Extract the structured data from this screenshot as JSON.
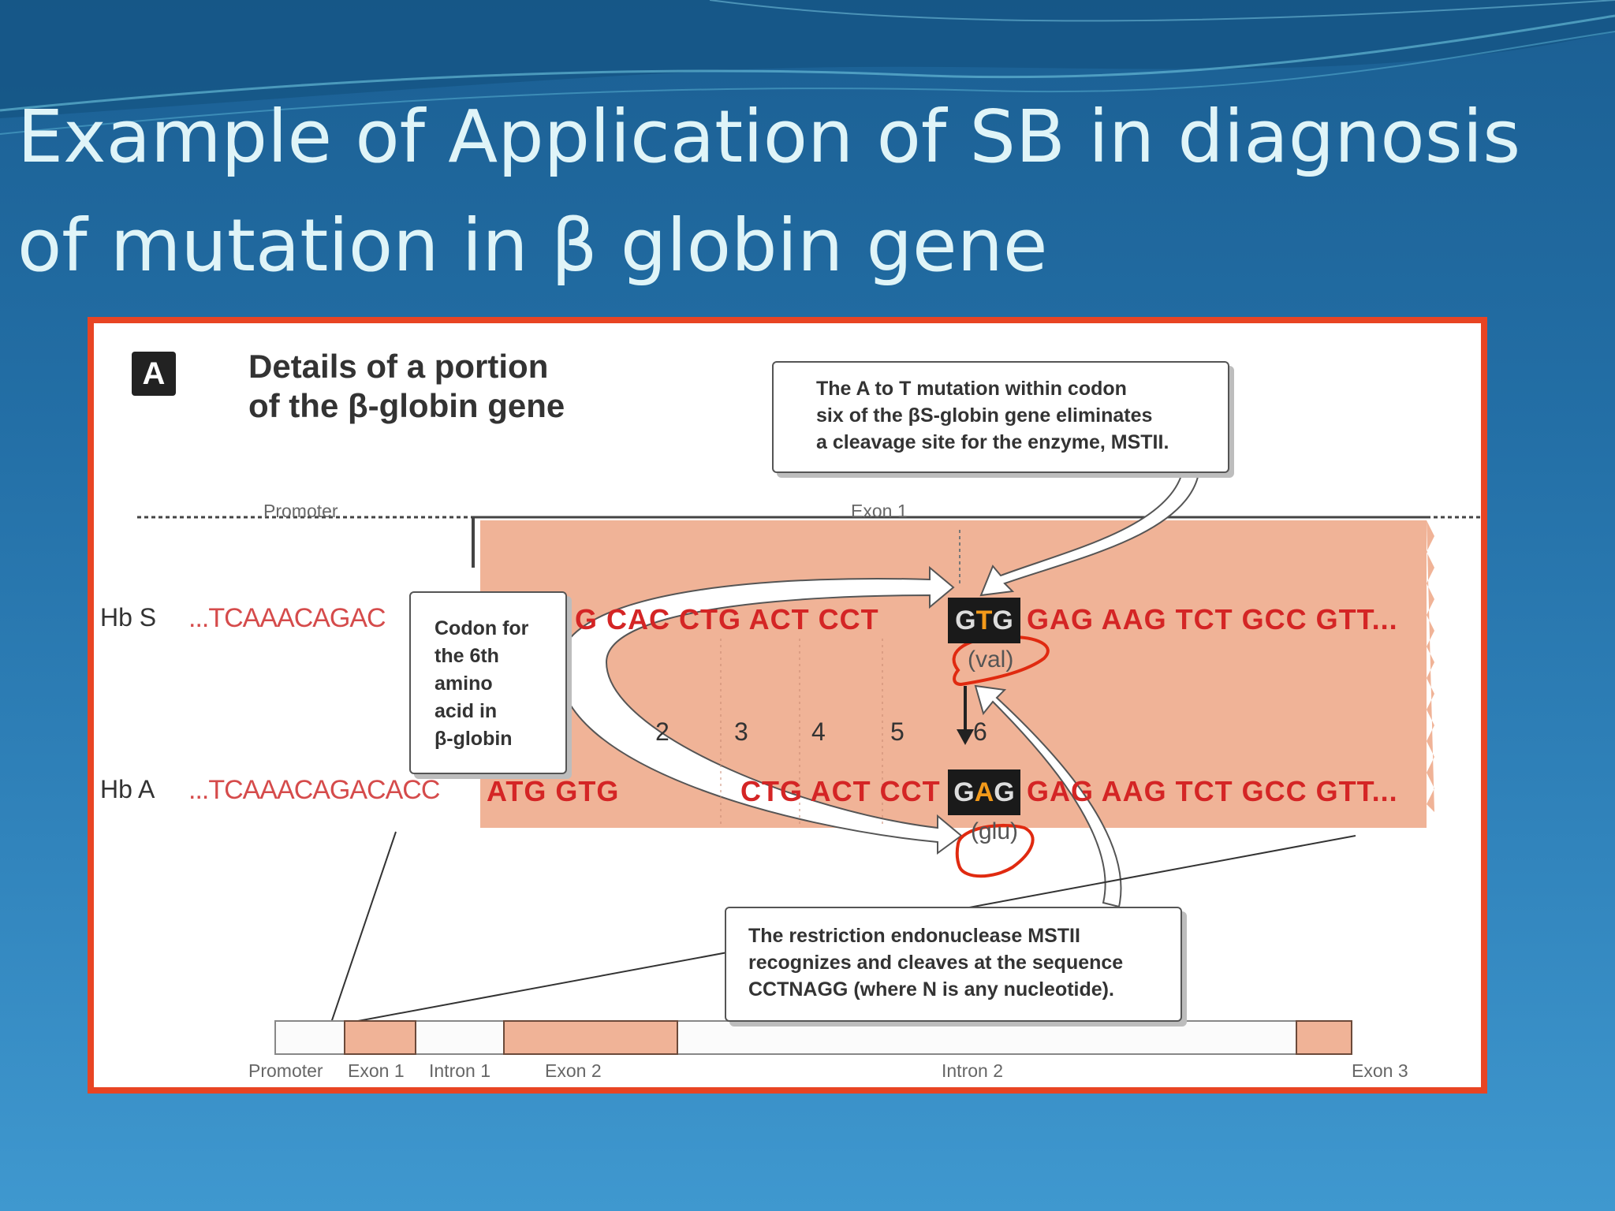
{
  "slide": {
    "title_line1": "Example of Application of SB in diagnosis",
    "title_line2": "of mutation in β globin gene"
  },
  "figure": {
    "panel_letter": "A",
    "heading_line1": "Details of a portion",
    "heading_line2": "of the β-globin gene",
    "callout_mutation": [
      "The A to T mutation within codon",
      "six of the βS-globin gene eliminates",
      "a cleavage site for the enzyme, MSTII."
    ],
    "callout_codon": [
      "Codon for",
      "the 6th",
      "amino",
      "acid in",
      "β-globin"
    ],
    "callout_enzyme": [
      "The restriction endonuclease MSTII",
      "recognizes and cleaves at the sequence",
      "CCTNAGG (where N is any nucleotide)."
    ],
    "region_promoter": "Promoter",
    "region_exon1": "Exon 1",
    "hbs": {
      "label": "Hb S",
      "prefix": "...TCAAACAGAC",
      "codons_before": "G CAC CTG ACT CCT",
      "codon6": [
        "G",
        "T",
        "G"
      ],
      "codons_after": "GAG AAG TCT GCC GTT...",
      "amino_acid": "(val)"
    },
    "hba": {
      "label": "Hb A",
      "prefix": "...TCAAACAGACACC",
      "codons_before": "ATG GTG",
      "codons_mid": "CTG ACT CCT",
      "codon6": [
        "G",
        "A",
        "G"
      ],
      "codons_after": "GAG AAG TCT GCC GTT...",
      "amino_acid": "(glu)"
    },
    "codon_numbers": [
      "2",
      "3",
      "4",
      "5",
      "6"
    ],
    "gene_map": [
      "Promoter",
      "Exon 1",
      "Intron 1",
      "Exon 2",
      "Intron 2",
      "Exon 3"
    ],
    "colors": {
      "exon_fill": "#f0b397",
      "frame": "#e84423",
      "sequence_red": "#d42525",
      "annotation": "#e02a10"
    }
  }
}
